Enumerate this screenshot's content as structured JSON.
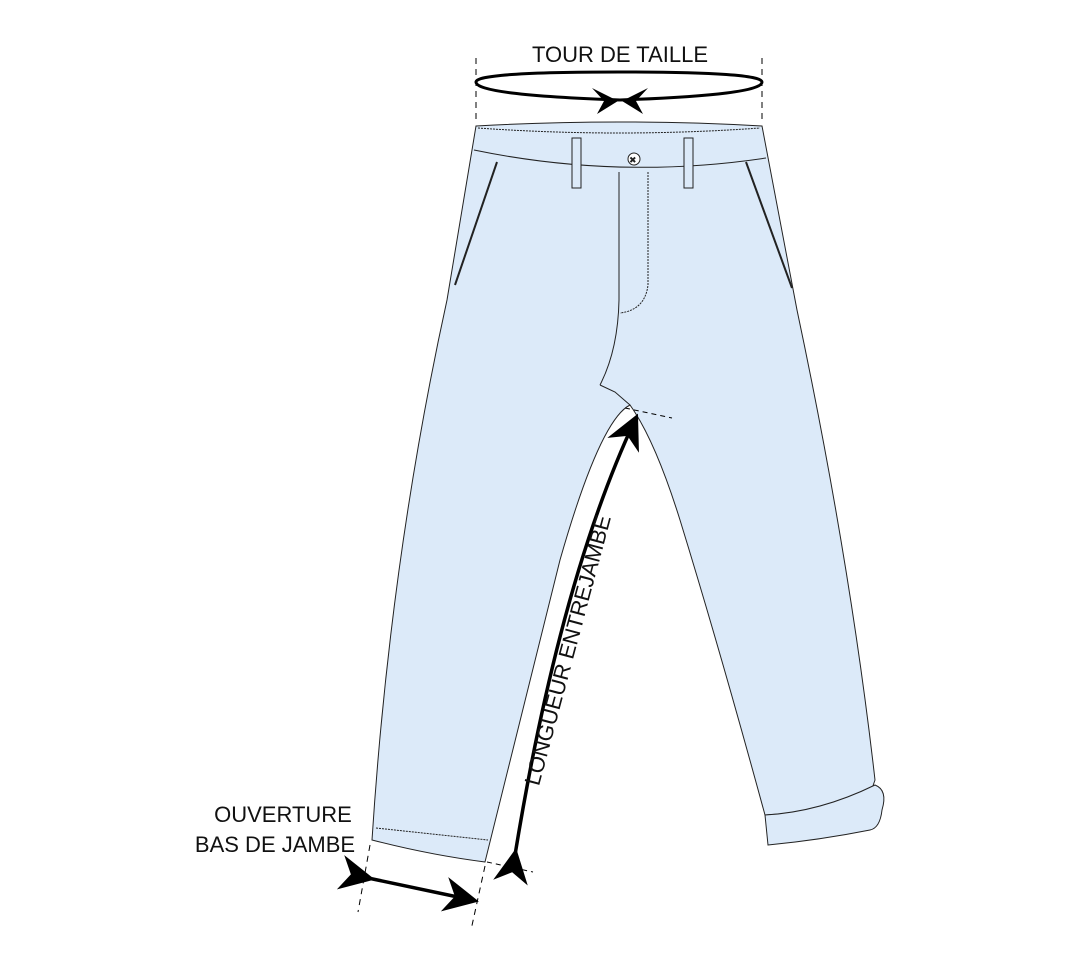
{
  "labels": {
    "waist": "TOUR DE TAILLE",
    "inseam": "LONGUEUR  ENTREJAMBE",
    "hem_line1": "OUVERTURE",
    "hem_line2": "BAS DE JAMBE"
  },
  "colors": {
    "fabric": "#dceaf9",
    "outline": "#222222",
    "arrow": "#000000"
  }
}
